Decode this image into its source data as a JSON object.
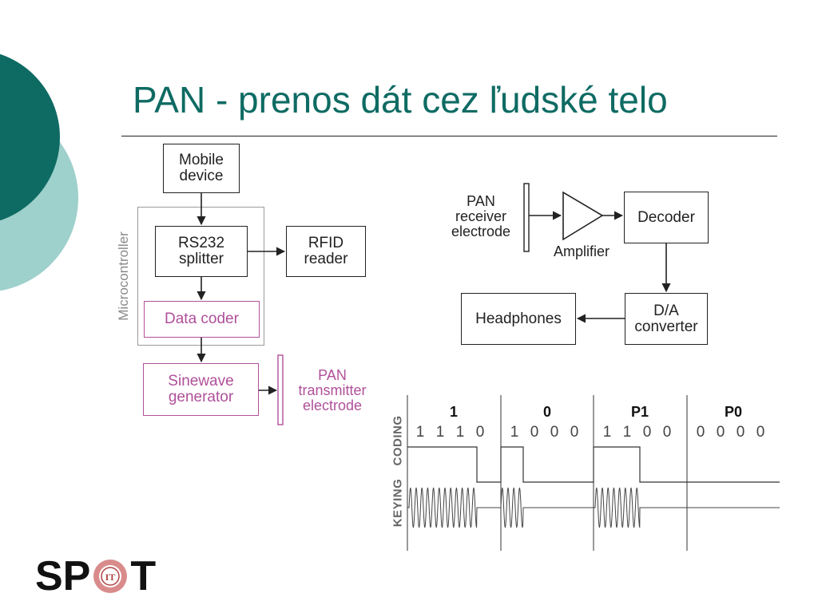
{
  "slide": {
    "title": "PAN - prenos dát cez ľudské telo",
    "accent_dark": "#0e6b63",
    "accent_light": "#9ed0cc"
  },
  "transmitter": {
    "mobile_device": "Mobile\ndevice",
    "microcontroller": "Microcontroller",
    "rs232_splitter": "RS232\nsplitter",
    "rfid_reader": "RFID\nreader",
    "data_coder": "Data coder",
    "sinewave_generator": "Sinewave\ngenerator",
    "pan_transmitter_electrode": "PAN\ntransmitter\nelectrode"
  },
  "receiver": {
    "pan_receiver_electrode": "PAN\nreceiver\nelectrode",
    "amplifier": "Amplifier",
    "decoder": "Decoder",
    "da_converter": "D/A\nconverter",
    "headphones": "Headphones"
  },
  "timing": {
    "symbols": [
      "1",
      "0",
      "P1",
      "P0"
    ],
    "bits": [
      [
        "1",
        "1",
        "1",
        "0"
      ],
      [
        "1",
        "0",
        "0",
        "0"
      ],
      [
        "1",
        "1",
        "0",
        "0"
      ],
      [
        "0",
        "0",
        "0",
        "0"
      ]
    ],
    "label_coding": "CODING",
    "label_keying": "KEYING"
  },
  "logo": {
    "text_left": "SP",
    "text_right": "T",
    "emblem_letters": "IT"
  }
}
